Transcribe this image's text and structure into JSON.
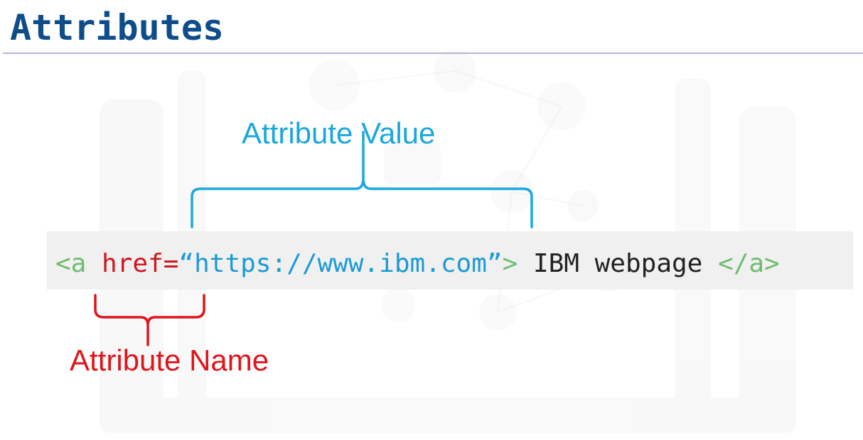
{
  "slide": {
    "title": "Attributes"
  },
  "code": {
    "open_tag_start": "<a",
    "attribute_name": "href=",
    "attribute_value": "“https://www.ibm.com”",
    "open_tag_end": ">",
    "link_text": " IBM webpage ",
    "close_tag": "</a>"
  },
  "annotations": {
    "value_label": "Attribute Value",
    "name_label": "Attribute Name"
  },
  "colors": {
    "title": "#0f4d8a",
    "tag": "#6cbd70",
    "attribute_name": "#d0161d",
    "attribute_value": "#1b9ad6",
    "value_bracket": "#1aa7e0",
    "name_bracket": "#e0141b"
  }
}
